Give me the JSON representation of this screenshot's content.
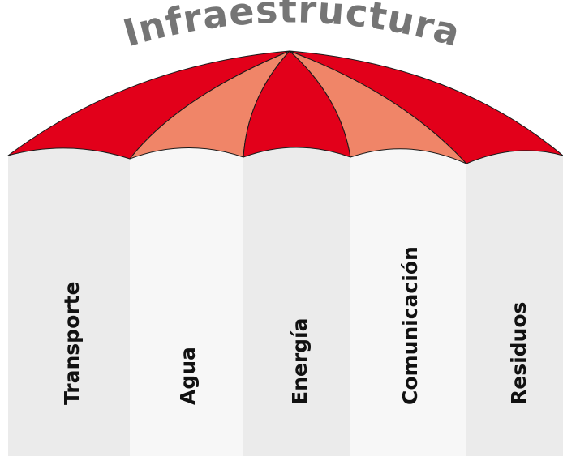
{
  "title": "Infraestructura",
  "pillars": [
    {
      "label": "Transporte"
    },
    {
      "label": "Agua"
    },
    {
      "label": "Energía"
    },
    {
      "label": "Comunicación"
    },
    {
      "label": "Residuos"
    }
  ],
  "colors": {
    "canopy_red": "#e2001a",
    "canopy_salmon": "#f08568",
    "pillar_gray": "#ebebeb",
    "pillar_light": "#f7f7f7",
    "title_gray": "#757575",
    "label_text": "#111111",
    "outline": "#1a1a1a"
  }
}
